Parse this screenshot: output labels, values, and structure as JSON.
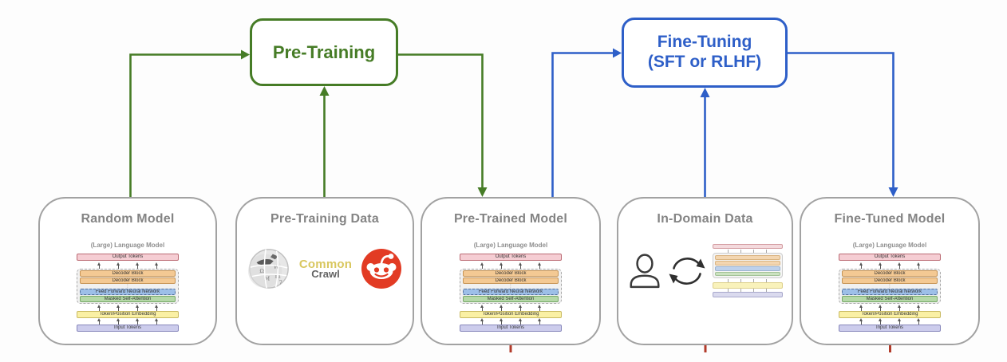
{
  "canvas": {
    "background": "#fdfdfd"
  },
  "flow": {
    "pre_training": {
      "label": "Pre-Training",
      "color": "#467c26"
    },
    "fine_tuning": {
      "label_line1": "Fine-Tuning",
      "label_line2": "(SFT or RLHF)",
      "color": "#2e5fc8"
    }
  },
  "boxes": [
    {
      "title": "Random Model",
      "content": "llm-diagram"
    },
    {
      "title": "Pre-Training Data",
      "content": "logos",
      "logos": [
        "wikipedia-logo",
        "common-crawl-logo",
        "reddit-logo"
      ],
      "common_crawl": {
        "line1": "Common",
        "line2": "Crawl"
      }
    },
    {
      "title": "Pre-Trained Model",
      "content": "llm-diagram"
    },
    {
      "title": "In-Domain Data",
      "content": "human-data-loop",
      "icons": [
        "person-icon",
        "cycle-arrows-icon",
        "mini-llm-stack"
      ]
    },
    {
      "title": "Fine-Tuned Model",
      "content": "llm-diagram"
    }
  ],
  "llm": {
    "caption": "(Large) Language Model",
    "output_label": "Output Tokens",
    "decoder_label": "Decoder Block",
    "dots": "⋮",
    "ffn_label": "Feed Forward Neural Network",
    "msa_label": "Masked Self-Attention",
    "embed_label": "Token/Position Embedding",
    "input_label": "Input Tokens"
  },
  "colors": {
    "green_accent": "#467c26",
    "blue_accent": "#2e5fc8",
    "red_tick": "#b23b2a",
    "box_border": "#a2a2a2",
    "box_title_text": "#848484",
    "bar_output": "#f5cdd3",
    "bar_decoder": "#f4c993",
    "bar_ffn": "#9dbfe8",
    "bar_msa": "#b5d8a8",
    "bar_embed": "#faf0a4",
    "bar_input": "#ccccec",
    "reddit_red": "#e23b24",
    "common_crawl_gold": "#d9c75f"
  }
}
